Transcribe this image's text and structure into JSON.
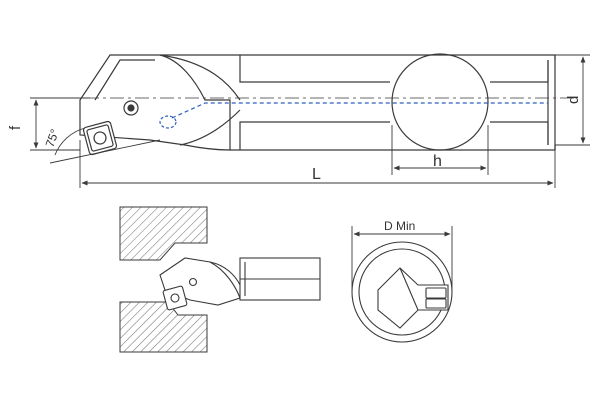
{
  "labels": {
    "f": "f",
    "angle": "75°",
    "L": "L",
    "h": "h",
    "d": "d",
    "d_min": "D Min"
  },
  "colors": {
    "line": "#3a3a3a",
    "hatch": "#7a7a7a",
    "coolant": "#2d5fbf",
    "background": "#ffffff"
  }
}
